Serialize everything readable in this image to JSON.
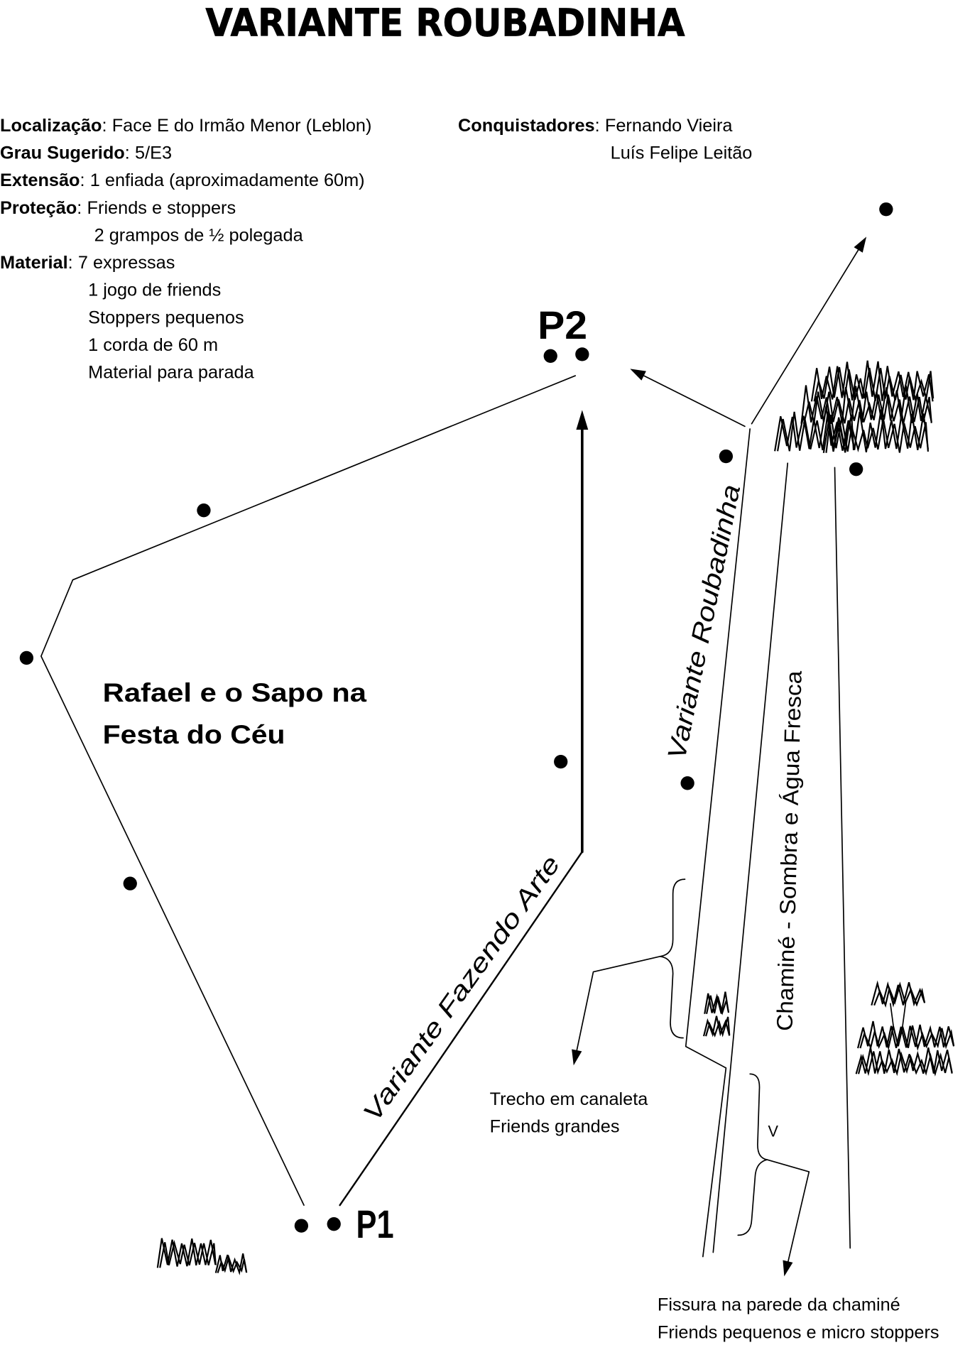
{
  "title": "VARIANTE ROUBADINHA",
  "info": {
    "separator": ":",
    "location": {
      "label": "Localização",
      "value": "Face E do Irmão Menor (Leblon)"
    },
    "grade": {
      "label": "Grau Sugerido",
      "value": "5/E3"
    },
    "length": {
      "label": "Extensão",
      "value": "1 enfiada (aproximadamente 60m)"
    },
    "protection": {
      "label": "Proteção",
      "lines": [
        "Friends e stoppers",
        "2 grampos de ½ polegada"
      ]
    },
    "material": {
      "label": "Material",
      "lines": [
        "7 expressas",
        "1 jogo de friends",
        "Stoppers pequenos",
        "1 corda de 60 m",
        "Material para parada"
      ]
    },
    "first_ascent": {
      "label": "Conquistadores",
      "lines": [
        "Fernando Vieira",
        "Luís Felipe Leitão"
      ]
    }
  },
  "topo": {
    "belays": {
      "p1": "P1",
      "p2": "P2"
    },
    "routes": {
      "main": [
        "Rafael e o Sapo na",
        "Festa do Céu"
      ],
      "fazendo_arte": "Variante Fazendo Arte",
      "roubadinha": "Variante Roubadinha",
      "chimney": "Chaminé - Sombra e Água Fresca"
    },
    "notes": {
      "canaleta": [
        "Trecho em canaleta",
        "Friends grandes"
      ],
      "v_mark": "V",
      "fissura": [
        "Fissura na parede da chaminé",
        "Friends pequenos e micro stoppers"
      ]
    }
  },
  "colors": {
    "ink": "#000000",
    "paper": "#ffffff"
  }
}
